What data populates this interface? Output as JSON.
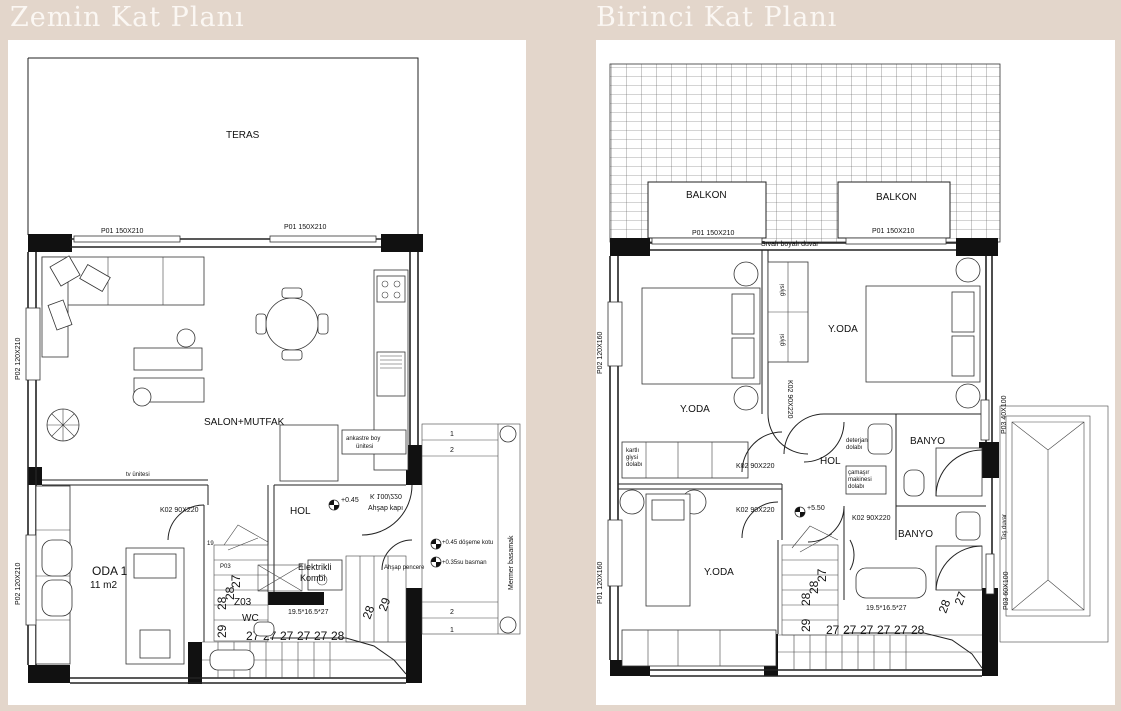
{
  "titles": {
    "ground": "Zemin Kat Planı",
    "first": "Birinci Kat Planı"
  },
  "ground_floor": {
    "teras": "TERAS",
    "p01_a": "P01 150X210",
    "p01_b": "P01 150X210",
    "p02_top": "P02 120X210",
    "p02_bottom": "P02 120X210",
    "salon_mutfak": "SALON+MUTFAK",
    "ankastre": "ankastre boy",
    "unitesi": "ünitesi",
    "tv_unitesi": "tv ünitesi",
    "k02": "K02 90X220",
    "oda_name": "ODA 1",
    "oda_area": "11 m2",
    "hol": "HOL",
    "level_045": "+0.45",
    "k_door": "K 100/220",
    "ahsap_kapi": "Ahşap kapı",
    "doseme_kotu": "+0.45 döşeme kotu",
    "su_basman": "+0.35su basman",
    "ahsap_pencere": "Ahşap pencere",
    "elektrikli": "Elektrikli",
    "kombi": "Kombi",
    "p03": "P03",
    "z03": "Z03",
    "wc": "WC",
    "stair_dims": "19.5*16.5*27",
    "mermer": "Mermer basamak",
    "step_1": "1",
    "step_2": "2",
    "step_19": "19",
    "stair_values": [
      "29",
      "28",
      "28",
      "27",
      "27",
      "27",
      "27",
      "27",
      "27",
      "28",
      "28",
      "29"
    ]
  },
  "first_floor": {
    "balkon_left": "BALKON",
    "balkon_right": "BALKON",
    "p01_a": "P01 150X210",
    "p01_b": "P01 150X210",
    "sivali": "Sıvalı boyalı duvar",
    "p02_top": "P02 120X160",
    "p02_bottom": "P01 120X160",
    "yoda_1": "Y.ODA",
    "yoda_2": "Y.ODA",
    "yoda_3": "Y.ODA",
    "k02_vertical": "K02 90X220",
    "k02_a": "K02 90X220",
    "k02_b": "K02 90X220",
    "k02_c": "K02 90X220",
    "hol": "HOL",
    "banyo_1": "BANYO",
    "banyo_2": "BANYO",
    "level_550": "+5.50",
    "deterjan_1": "deterjan",
    "deterjan_2": "dolabı",
    "camasir_1": "çamaşır",
    "camasir_2": "makinesi",
    "camasir_3": "dolabı",
    "p03_top": "P03 40X100",
    "p03_bottom": "P03 60X100",
    "tas_duvar": "Taş duvar",
    "stair_dims": "19.5*16.5*27",
    "wardrobe": [
      "kartlı",
      "giysi",
      "dolabı"
    ],
    "stair_values": [
      "29",
      "28",
      "28",
      "27",
      "27",
      "27",
      "27",
      "27",
      "27",
      "28",
      "28",
      "27"
    ]
  }
}
